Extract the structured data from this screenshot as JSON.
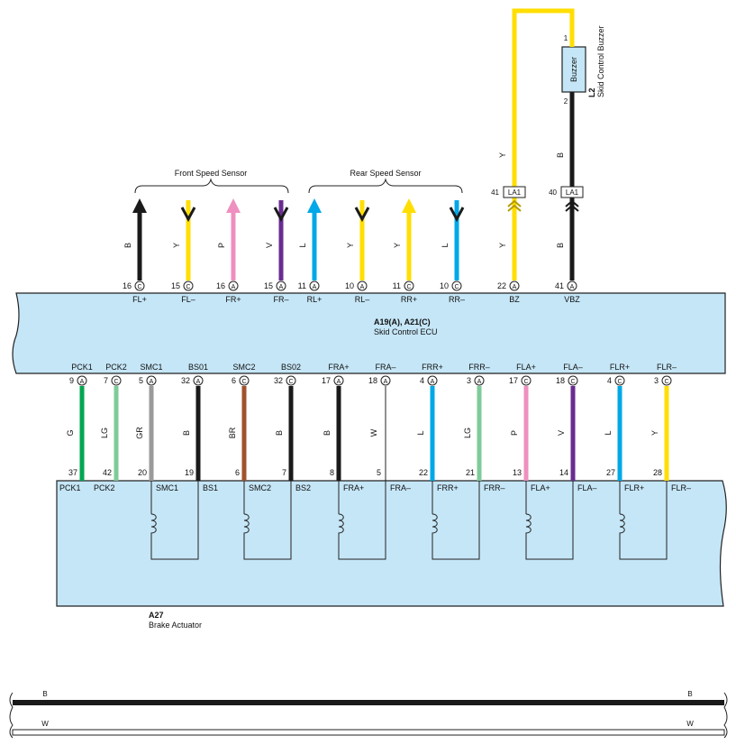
{
  "colors": {
    "B": "#1a1a1a",
    "Y": "#ffde00",
    "P": "#ef8fbf",
    "V": "#6a2c91",
    "L": "#00a8e8",
    "G": "#00a650",
    "LG": "#7ecb9a",
    "GR": "#9a9a9a",
    "BR": "#a0522d",
    "W": "#ffffff",
    "box_fill": "#c5e6f7",
    "outline": "#222222"
  },
  "buzzer": {
    "label": "Buzzer",
    "ref": "L2",
    "name": "Skid Control Buzzer",
    "pin_top": "1",
    "pin_bottom": "2"
  },
  "ecu": {
    "ref": "A19(A), A21(C)",
    "name": "Skid Control ECU"
  },
  "actuator": {
    "ref": "A27",
    "name": "Brake Actuator"
  },
  "groups": [
    {
      "label": "Front Speed Sensor"
    },
    {
      "label": "Rear Speed Sensor"
    }
  ],
  "sensor_wires": [
    {
      "color": "B",
      "pin": "16",
      "conn": "C",
      "terminal": "FL+",
      "dir": "up"
    },
    {
      "color": "Y",
      "pin": "15",
      "conn": "C",
      "terminal": "FL–",
      "dir": "down"
    },
    {
      "color": "P",
      "pin": "16",
      "conn": "A",
      "terminal": "FR+",
      "dir": "up"
    },
    {
      "color": "V",
      "pin": "15",
      "conn": "A",
      "terminal": "FR–",
      "dir": "down"
    },
    {
      "color": "L",
      "pin": "11",
      "conn": "A",
      "terminal": "RL+",
      "dir": "up"
    },
    {
      "color": "Y",
      "pin": "10",
      "conn": "A",
      "terminal": "RL–",
      "dir": "down"
    },
    {
      "color": "Y",
      "pin": "11",
      "conn": "C",
      "terminal": "RR+",
      "dir": "up"
    },
    {
      "color": "L",
      "pin": "10",
      "conn": "C",
      "terminal": "RR–",
      "dir": "down"
    }
  ],
  "buzzer_wires": [
    {
      "color": "Y",
      "pin": "22",
      "conn": "A",
      "terminal": "BZ",
      "junction": "LA1",
      "junction_pin": "41"
    },
    {
      "color": "B",
      "pin": "41",
      "conn": "A",
      "terminal": "VBZ",
      "junction": "LA1",
      "junction_pin": "40"
    }
  ],
  "actuator_wires": [
    {
      "color": "G",
      "ecu_name": "PCK1",
      "ecu_pin": "9",
      "conn": "A",
      "act_pin": "37",
      "act_name": "PCK1"
    },
    {
      "color": "LG",
      "ecu_name": "PCK2",
      "ecu_pin": "7",
      "conn": "C",
      "act_pin": "42",
      "act_name": "PCK2"
    },
    {
      "color": "GR",
      "ecu_name": "SMC1",
      "ecu_pin": "5",
      "conn": "A",
      "act_pin": "20",
      "act_name": "SMC1"
    },
    {
      "color": "B",
      "ecu_name": "BS01",
      "ecu_pin": "32",
      "conn": "A",
      "act_pin": "19",
      "act_name": "BS1"
    },
    {
      "color": "BR",
      "ecu_name": "SMC2",
      "ecu_pin": "6",
      "conn": "C",
      "act_pin": "6",
      "act_name": "SMC2"
    },
    {
      "color": "B",
      "ecu_name": "BS02",
      "ecu_pin": "32",
      "conn": "C",
      "act_pin": "7",
      "act_name": "BS2"
    },
    {
      "color": "B",
      "ecu_name": "FRA+",
      "ecu_pin": "17",
      "conn": "A",
      "act_pin": "8",
      "act_name": "FRA+"
    },
    {
      "color": "W",
      "ecu_name": "FRA–",
      "ecu_pin": "18",
      "conn": "A",
      "act_pin": "5",
      "act_name": "FRA–"
    },
    {
      "color": "L",
      "ecu_name": "FRR+",
      "ecu_pin": "4",
      "conn": "A",
      "act_pin": "22",
      "act_name": "FRR+"
    },
    {
      "color": "LG",
      "ecu_name": "FRR–",
      "ecu_pin": "3",
      "conn": "A",
      "act_pin": "21",
      "act_name": "FRR–"
    },
    {
      "color": "P",
      "ecu_name": "FLA+",
      "ecu_pin": "17",
      "conn": "C",
      "act_pin": "13",
      "act_name": "FLA+"
    },
    {
      "color": "V",
      "ecu_name": "FLA–",
      "ecu_pin": "18",
      "conn": "C",
      "act_pin": "14",
      "act_name": "FLA–"
    },
    {
      "color": "L",
      "ecu_name": "FLR+",
      "ecu_pin": "4",
      "conn": "C",
      "act_pin": "27",
      "act_name": "FLR+"
    },
    {
      "color": "Y",
      "ecu_name": "FLR–",
      "ecu_pin": "3",
      "conn": "C",
      "act_pin": "28",
      "act_name": "FLR–"
    }
  ],
  "legend_lines": [
    {
      "color": "B",
      "label": "B"
    },
    {
      "color": "W",
      "label": "W"
    }
  ]
}
